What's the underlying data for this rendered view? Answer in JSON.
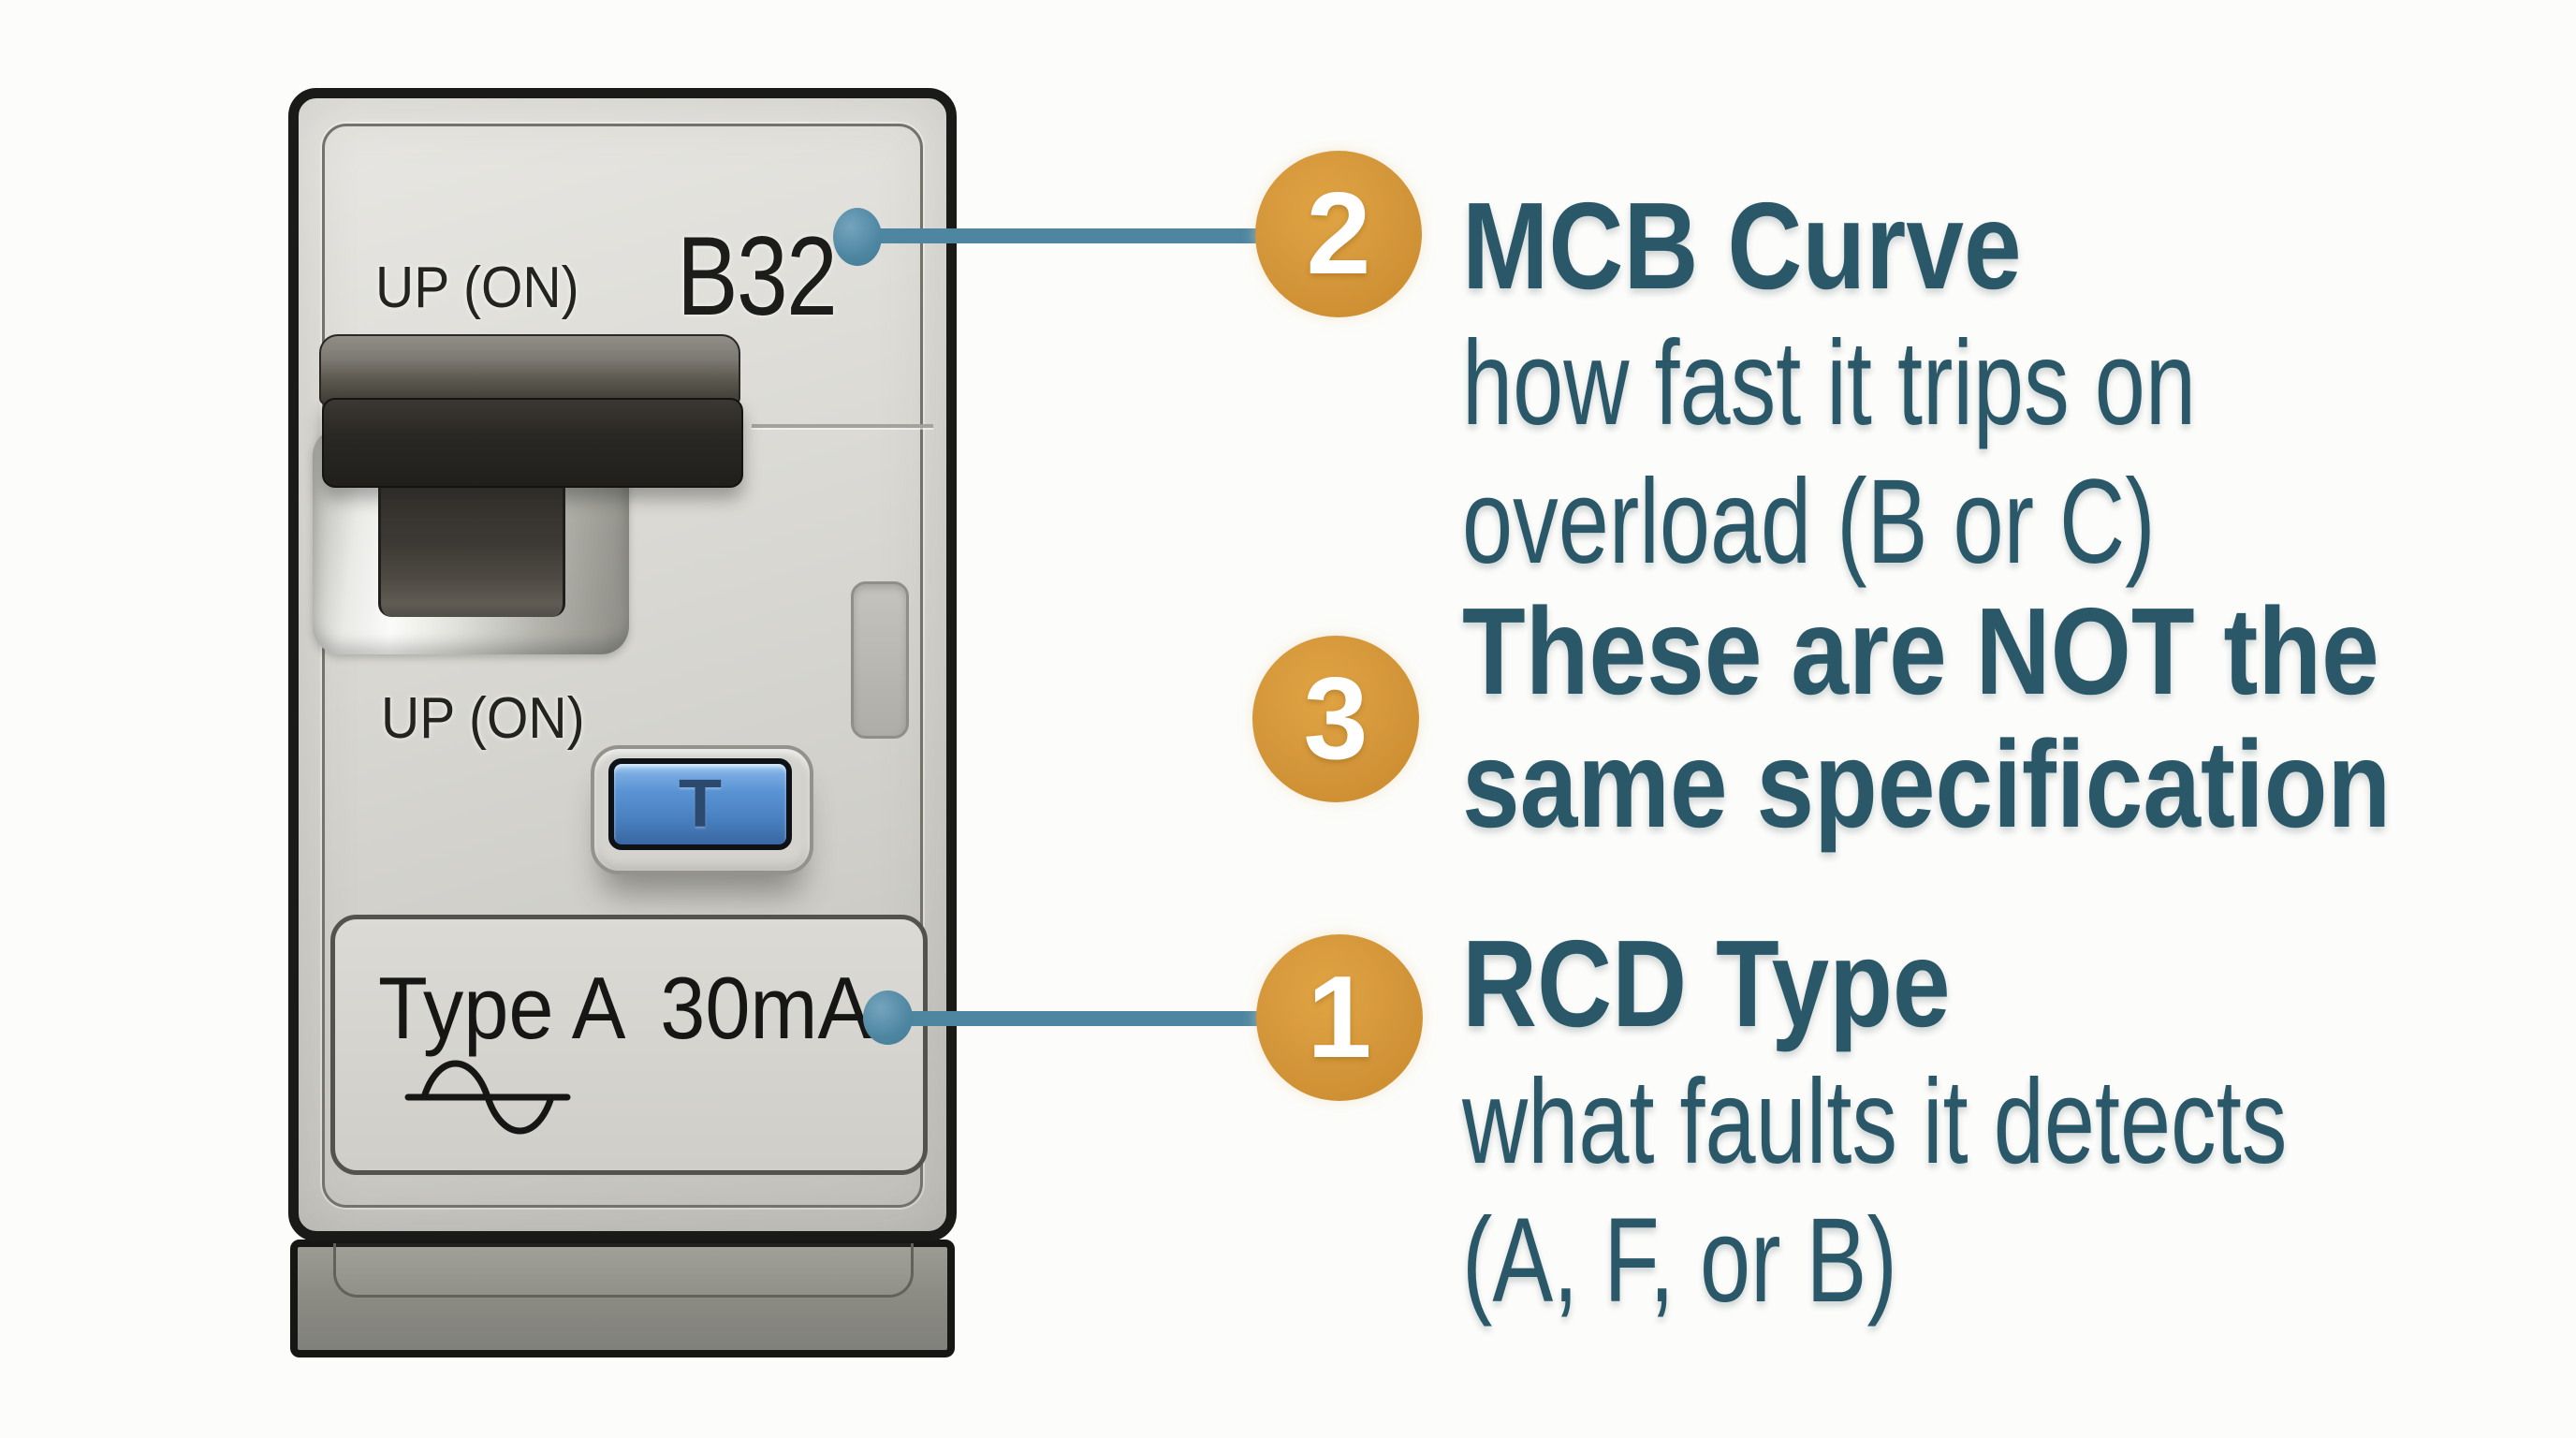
{
  "colors": {
    "background": "#fcfcfa",
    "accent_orange": "#d09433",
    "leader_teal": "#4e86a2",
    "callout_text_teal": "#2b5868",
    "device_body_gray": "#d6d5d0",
    "device_base_gray": "#8c8c84",
    "test_button_blue": "#4e89cc",
    "device_text_black": "#1c1c1a"
  },
  "device": {
    "rating_label": "B32",
    "position_label_top": "UP (ON)",
    "position_label_bottom": "UP (ON)",
    "test_button_label": "T",
    "rcd_type_label": "Type A",
    "rcd_current_label": "30mA",
    "sine_icon": "sine-wave-icon"
  },
  "callouts": {
    "c2": {
      "number": "2",
      "title": "MCB Curve",
      "line1": "how fast it trips on",
      "line2": "overload (B or C)"
    },
    "c3": {
      "number": "3",
      "line1": "These are NOT the",
      "line2": "same specification"
    },
    "c1": {
      "number": "1",
      "title": "RCD Type",
      "line1": "what faults it detects",
      "line2": "(A, F, or B)"
    }
  }
}
